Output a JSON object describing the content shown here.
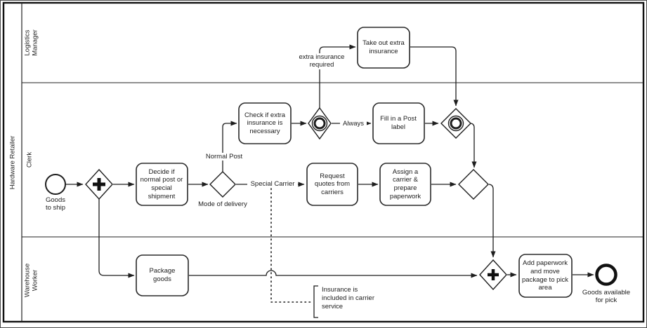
{
  "diagram": {
    "pool_label": "Hardware Retailer",
    "lane_labels": [
      "Logistics Manager",
      "Clerk",
      "Warehouse Worker"
    ],
    "colors": {
      "stroke": "#1e1e1e",
      "background": "#ffffff"
    }
  },
  "events": {
    "start": {
      "label": "Goods to ship"
    },
    "end": {
      "label": "Goods available for pick"
    }
  },
  "tasks": {
    "take_out": "Take out extra insurance",
    "check_insurance": "Check if extra insurance is necessary",
    "fill_post": "Fill in a Post label",
    "decide": "Decide if normal post or special shipment",
    "request_quotes": "Request quotes from carriers",
    "assign_carrier": "Assign a carrier & prepare paperwork",
    "package_goods": "Package goods",
    "add_paperwork": "Add paperwork and move package to pick area"
  },
  "flow_labels": {
    "normal_post": "Normal Post",
    "special_carrier": "Special Carrier",
    "always": "Always",
    "extra_insurance_required": "extra insurance required",
    "mode_of_delivery": "Mode of delivery"
  },
  "annotation": {
    "text": "Insurance is included in carrier service"
  }
}
